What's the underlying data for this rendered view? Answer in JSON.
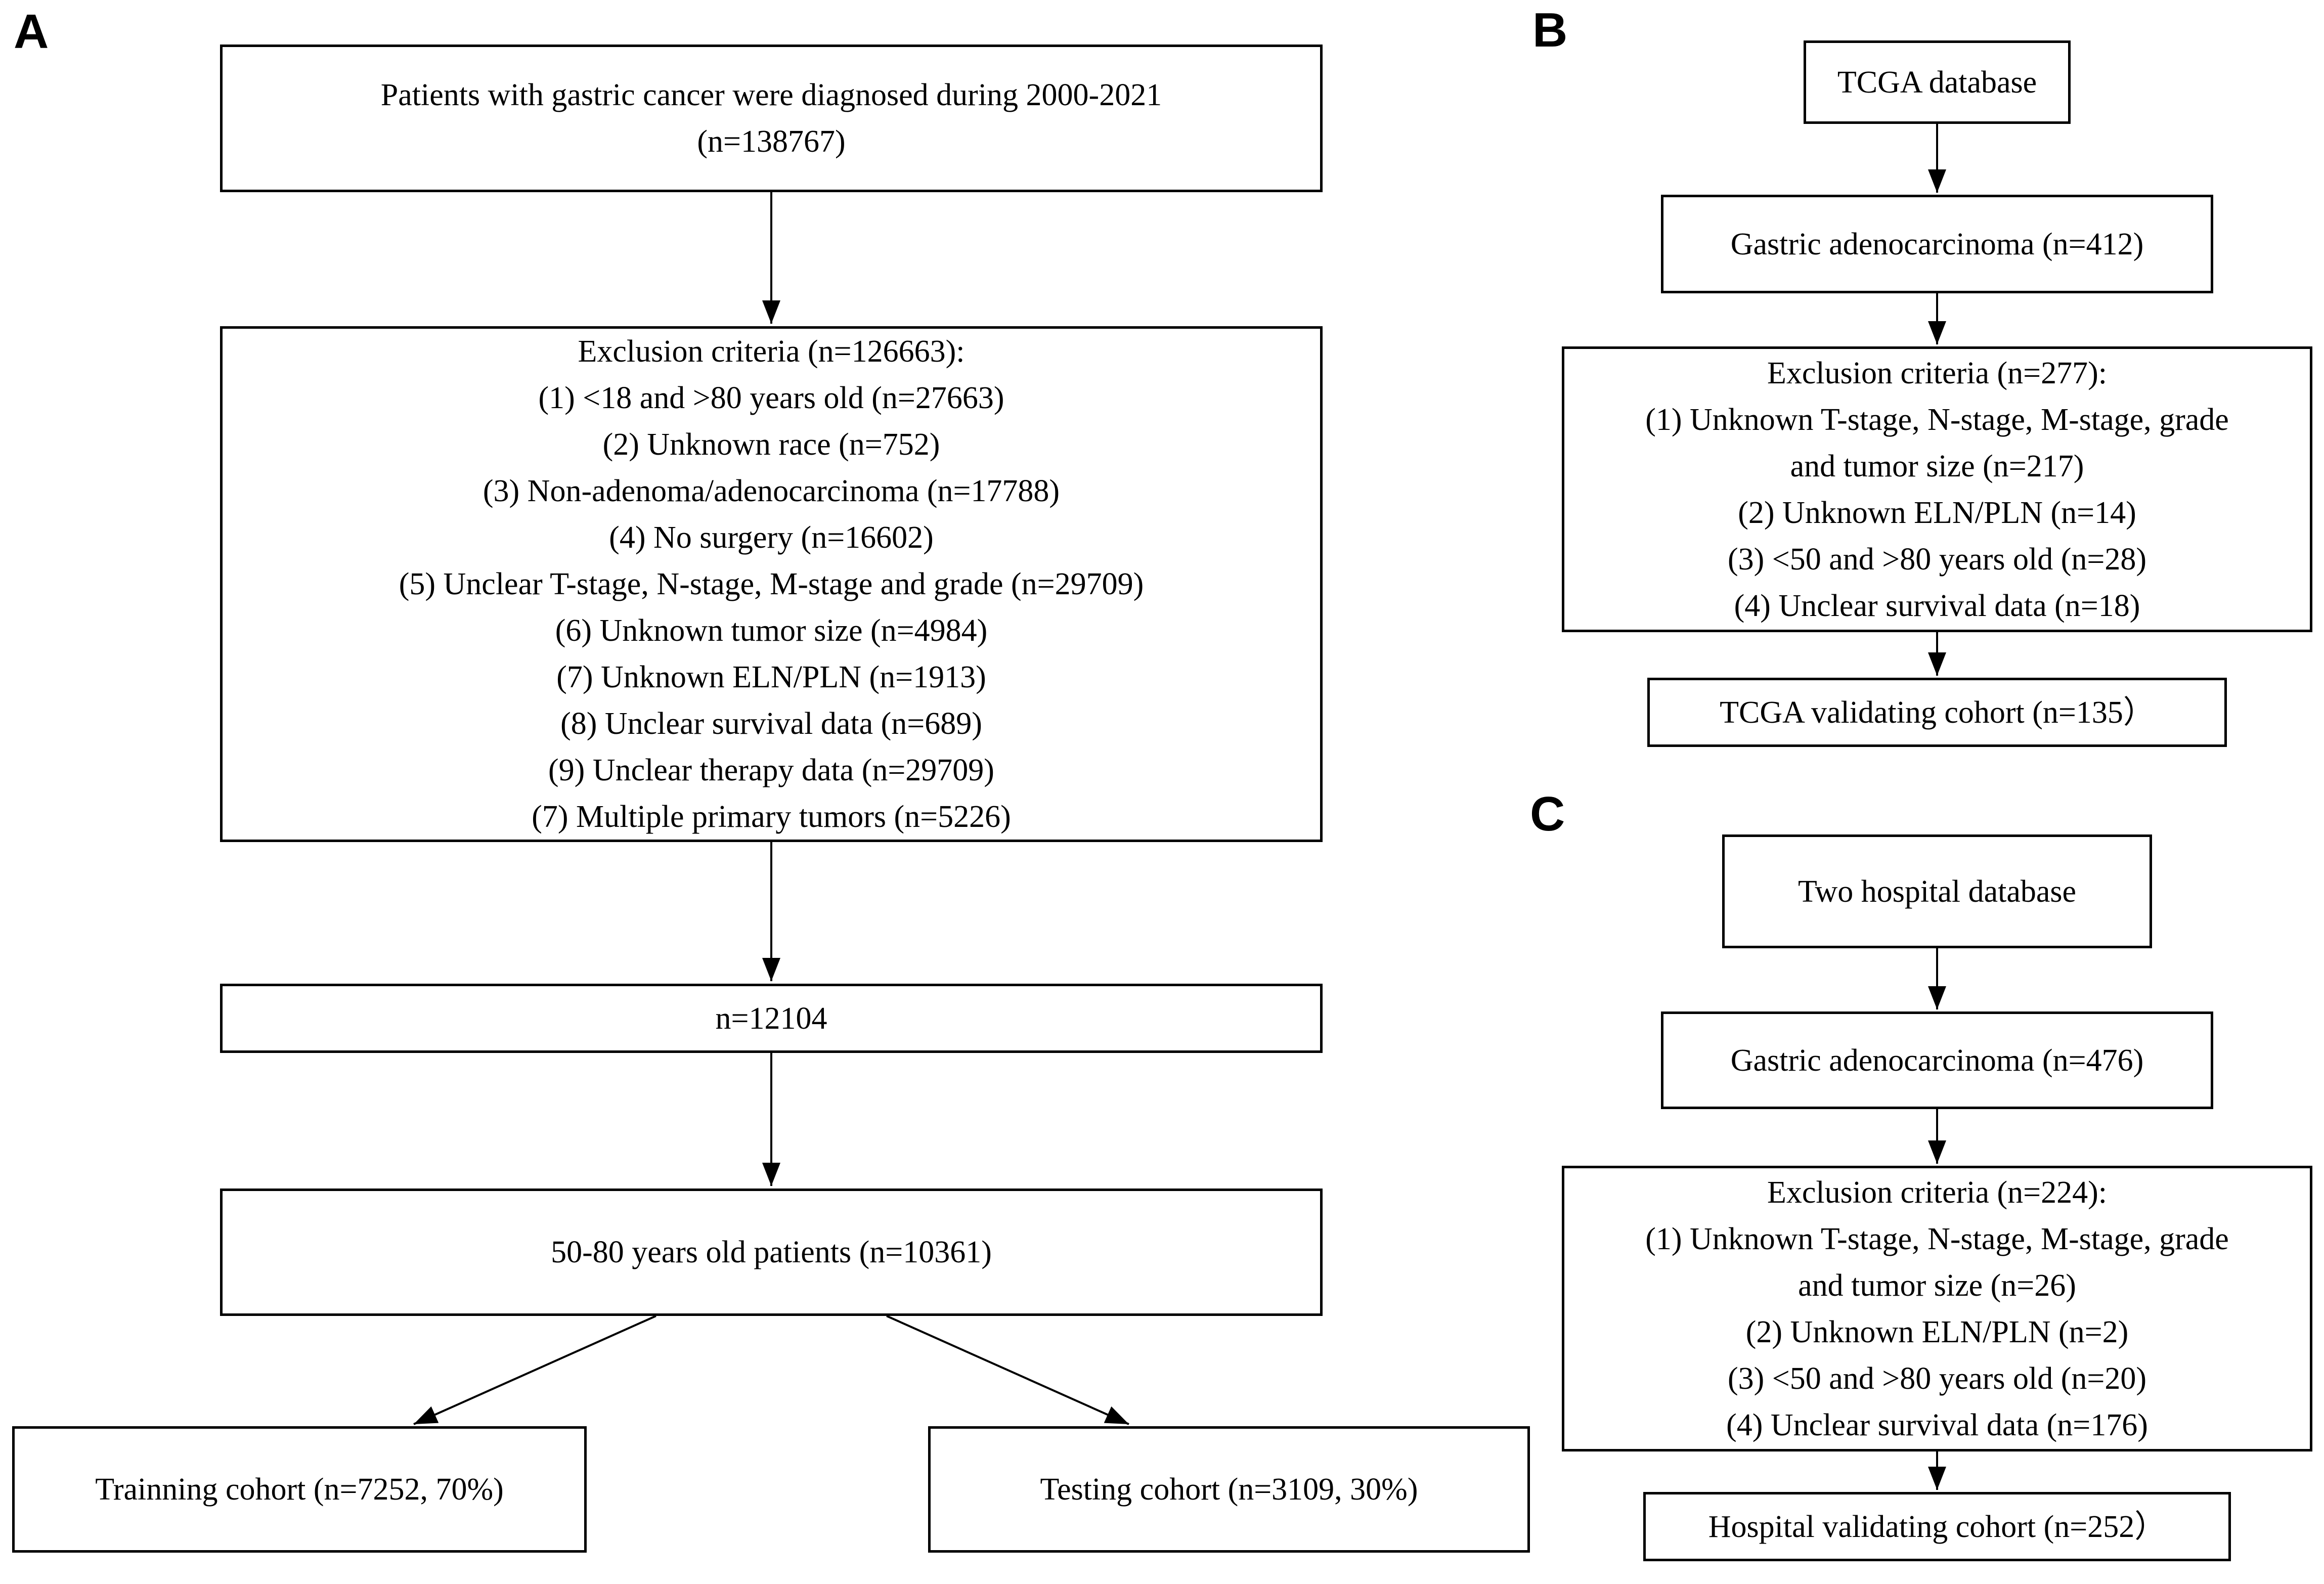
{
  "figure": {
    "title": "Patient selection flowchart",
    "colors": {
      "ink": "#000000",
      "background": "#ffffff"
    },
    "panels": [
      {
        "label": "A",
        "boxes": [
          {
            "name": "seer-population",
            "text": "Patients with gastric cancer were diagnosed during 2000-2021\n(n=138767)"
          },
          {
            "name": "seer-exclusion",
            "text": "Exclusion criteria (n=126663):\n(1) <18 and >80 years old (n=27663)\n(2) Unknown race (n=752)\n(3) Non-adenoma/adenocarcinoma (n=17788)\n(4) No surgery (n=16602)\n(5) Unclear T-stage, N-stage, M-stage and grade (n=29709)\n(6) Unknown tumor size (n=4984)\n(7) Unknown ELN/PLN (n=1913)\n(8) Unclear survival data (n=689)\n(9) Unclear therapy data (n=29709)\n(7) Multiple primary tumors (n=5226)"
          },
          {
            "name": "seer-remaining",
            "text": "n=12104"
          },
          {
            "name": "seer-age-filtered",
            "text": "50-80 years old patients (n=10361)"
          },
          {
            "name": "training-cohort",
            "text": "Trainning cohort (n=7252, 70%)"
          },
          {
            "name": "testing-cohort",
            "text": "Testing cohort (n=3109, 30%)"
          }
        ]
      },
      {
        "label": "B",
        "boxes": [
          {
            "name": "tcga-database",
            "text": "TCGA database"
          },
          {
            "name": "tcga-adenocarcinoma",
            "text": "Gastric adenocarcinoma (n=412)"
          },
          {
            "name": "tcga-exclusion",
            "text": "Exclusion criteria (n=277):\n(1) Unknown T-stage, N-stage, M-stage, grade\nand tumor size (n=217)\n(2) Unknown ELN/PLN (n=14)\n(3) <50 and >80 years old (n=28)\n(4) Unclear  survival data (n=18)"
          },
          {
            "name": "tcga-validating-cohort",
            "text": "TCGA validating cohort (n=135）"
          }
        ]
      },
      {
        "label": "C",
        "boxes": [
          {
            "name": "hospital-database",
            "text": "Two hospital database"
          },
          {
            "name": "hospital-adenocarcinoma",
            "text": "Gastric adenocarcinoma (n=476)"
          },
          {
            "name": "hospital-exclusion",
            "text": "Exclusion criteria (n=224):\n(1) Unknown T-stage, N-stage, M-stage, grade\nand tumor size (n=26)\n(2) Unknown ELN/PLN (n=2)\n(3) <50 and >80 years old (n=20)\n(4) Unclear survival data (n=176)"
          },
          {
            "name": "hospital-validating-cohort",
            "text": "Hospital validating cohort (n=252）"
          }
        ]
      }
    ]
  }
}
